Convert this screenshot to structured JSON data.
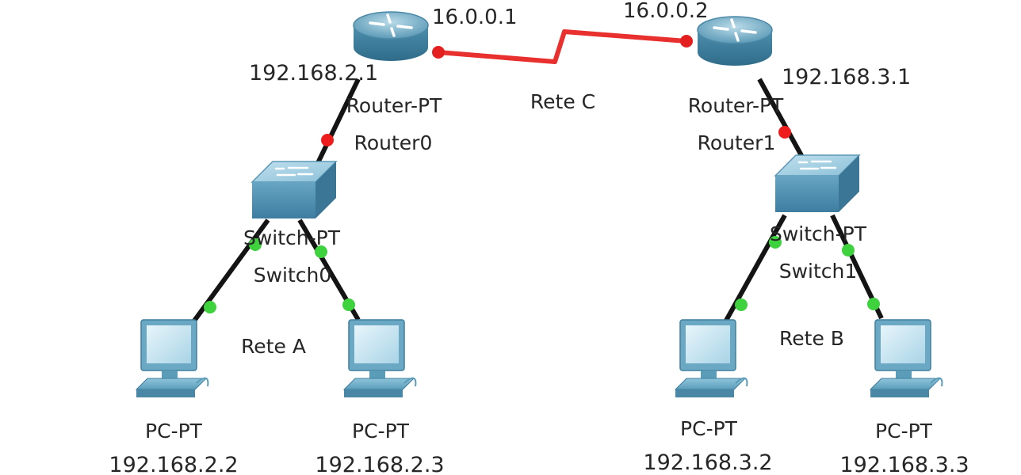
{
  "diagram": {
    "link_colors": {
      "wan_link": "#e8302e",
      "lan_link": "#141414",
      "wan_endpoint": "#e41f1f",
      "router_port": "#ee1c1c",
      "pc_port": "#3fd23f"
    },
    "devices": {
      "router0": {
        "icon": "router-icon",
        "model": "Router-PT",
        "name": "Router0",
        "lan_ip": "192.168.2.1",
        "wan_ip": "16.0.0.1"
      },
      "router1": {
        "icon": "router-icon",
        "model": "Router-PT",
        "name": "Router1",
        "lan_ip": "192.168.3.1",
        "wan_ip": "16.0.0.2"
      },
      "switch0": {
        "icon": "switch-icon",
        "model": "Switch-PT",
        "name": "Switch0"
      },
      "switch1": {
        "icon": "switch-icon",
        "model": "Switch-PT",
        "name": "Switch1"
      },
      "pc_a1": {
        "icon": "pc-icon",
        "model": "PC-PT",
        "ip": "192.168.2.2"
      },
      "pc_a2": {
        "icon": "pc-icon",
        "model": "PC-PT",
        "ip": "192.168.2.3"
      },
      "pc_b1": {
        "icon": "pc-icon",
        "model": "PC-PT",
        "ip": "192.168.3.2"
      },
      "pc_b2": {
        "icon": "pc-icon",
        "model": "PC-PT",
        "ip": "192.168.3.3"
      }
    },
    "networks": {
      "rete_a": "Rete A",
      "rete_b": "Rete B",
      "rete_c": "Rete C"
    }
  }
}
